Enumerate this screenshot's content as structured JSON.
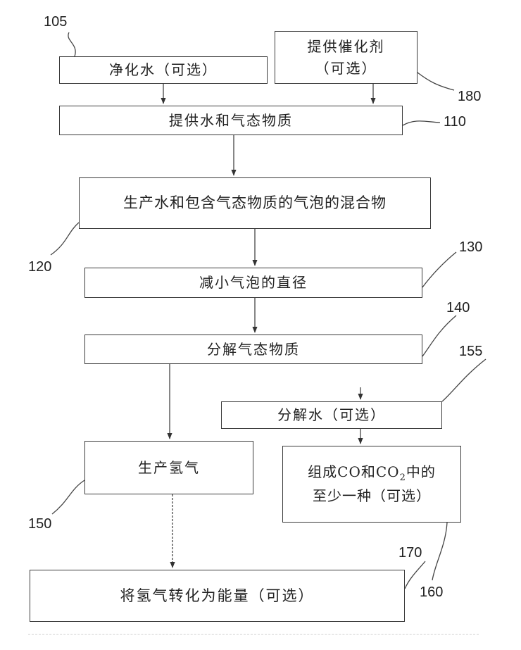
{
  "steps": {
    "purify_water": "净化水（可选）",
    "provide_catalyst_l1": "提供催化剂",
    "provide_catalyst_l2": "（可选）",
    "provide": "提供水和气态物质",
    "mix": "生产水和包含气态物质的气泡的混合物",
    "reduce": "减小气泡的直径",
    "decompose": "分解气态物质",
    "split_water": "分解水（可选）",
    "hydrogen": "生产氢气",
    "co_line1_a": "组成CO和CO",
    "co_line1_sub": "2",
    "co_line1_b": "中的",
    "co_line2": "至少一种（可选）",
    "energy": "将氢气转化为能量（可选）"
  },
  "refs": {
    "r105": "105",
    "r180": "180",
    "r110": "110",
    "r120": "120",
    "r130": "130",
    "r140": "140",
    "r155": "155",
    "r150": "150",
    "r160": "160",
    "r170": "170"
  }
}
